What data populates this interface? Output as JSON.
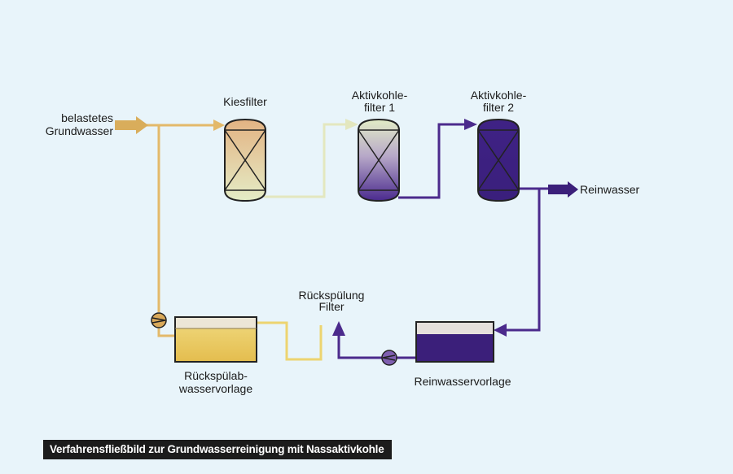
{
  "labels": {
    "input": [
      "belastetes",
      "Grundwasser"
    ],
    "kiesfilter": "Kiesfilter",
    "ak1": [
      "Aktivkohle-",
      "filter 1"
    ],
    "ak2": [
      "Aktivkohle-",
      "filter 2"
    ],
    "reinwasser": "Reinwasser",
    "rueckspuelung": [
      "Rückspülung",
      "Filter"
    ],
    "rueckspuel_vorlage": [
      "Rückspülab-",
      "wasservorlage"
    ],
    "reinwasservorlage": "Reinwasservorlage"
  },
  "caption": "Verfahrensfließbild zur Grundwasserreinigung mit Nassaktivkohle",
  "colors": {
    "background": "#e8f4fa",
    "raw_line": "#e3b96a",
    "raw_arrow": "#d9ad5b",
    "gravel_line": "#e3e7bf",
    "clean_line": "#4b2a8c",
    "clean_dark": "#3b1f7a",
    "backwash_yellow": "#edd470",
    "vessel_outline": "#222222",
    "caption_bg": "#1c1c1c"
  }
}
